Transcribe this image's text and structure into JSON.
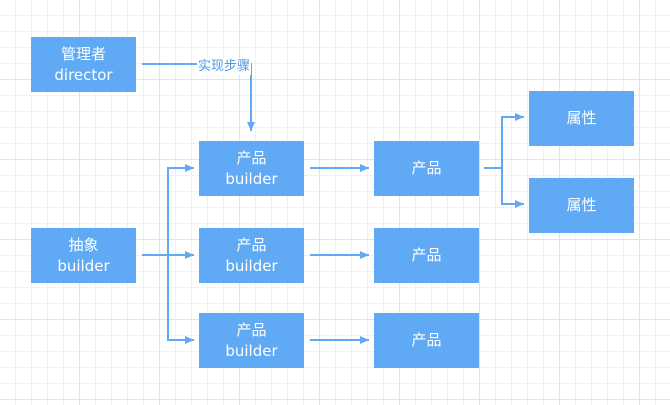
{
  "nodes": {
    "director": {
      "line1": "管理者",
      "line2": "director"
    },
    "abstract_builder": {
      "line1": "抽象",
      "line2": "builder"
    },
    "builder_1": {
      "line1": "产品",
      "line2": "builder"
    },
    "builder_2": {
      "line1": "产品",
      "line2": "builder"
    },
    "builder_3": {
      "line1": "产品",
      "line2": "builder"
    },
    "product_1": {
      "label": "产品"
    },
    "product_2": {
      "label": "产品"
    },
    "product_3": {
      "label": "产品"
    },
    "attribute_1": {
      "label": "属性"
    },
    "attribute_2": {
      "label": "属性"
    }
  },
  "edges": {
    "director_to_builder_label": "实现步骤"
  },
  "colors": {
    "node_fill": "#60a9f4",
    "node_text": "#ffffff",
    "connector": "#60a9f4",
    "edge_label_text": "#4a9ae8"
  }
}
